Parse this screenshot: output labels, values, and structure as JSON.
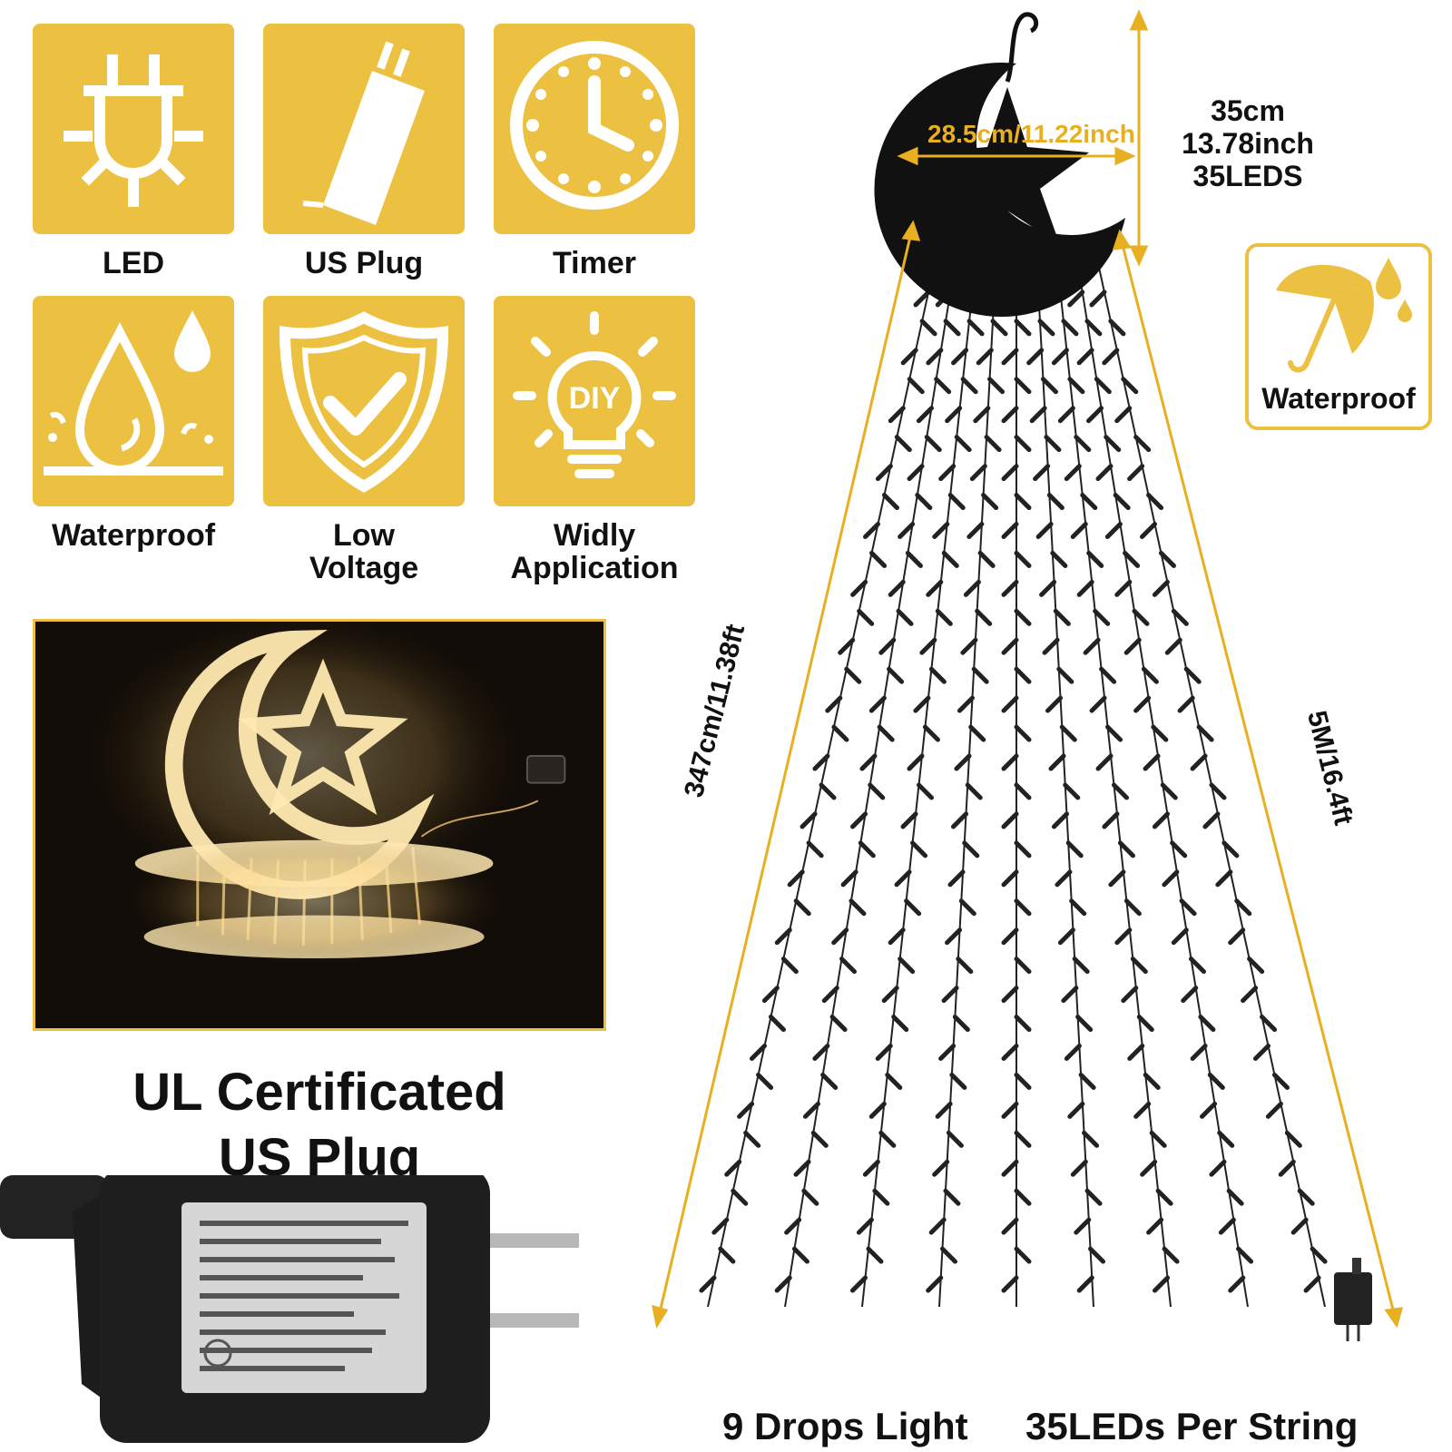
{
  "features": [
    {
      "icon": "led-icon",
      "label": "LED"
    },
    {
      "icon": "us-plug-icon",
      "label": "US Plug"
    },
    {
      "icon": "timer-icon",
      "label": "Timer"
    },
    {
      "icon": "waterproof-icon",
      "label": "Waterproof"
    },
    {
      "icon": "shield-check-icon",
      "label_line1": "Low",
      "label_line2": "Voltage"
    },
    {
      "icon": "diy-bulb-icon",
      "label_line1": "Widly",
      "label_line2": "Application",
      "icon_text": "DIY"
    }
  ],
  "certification": {
    "line1": "UL Certificated",
    "line2": "US Plug"
  },
  "dimensions": {
    "top_width": "28.5cm/11.22inch",
    "top_height_cm": "35cm",
    "top_height_inch": "13.78inch",
    "top_leds": "35LEDS",
    "drop_length": "347cm/11.38ft",
    "lead_length": "5M/16.4ft"
  },
  "waterproof_badge": {
    "label": "Waterproof",
    "icon": "umbrella-rain-icon"
  },
  "captions": {
    "drops": "9 Drops Light",
    "leds_per_string": "35LEDs Per String"
  },
  "colors": {
    "accent": "#ecc040",
    "text": "#111111",
    "photo_bg": "#120d08",
    "glow": "#ffd98a"
  }
}
